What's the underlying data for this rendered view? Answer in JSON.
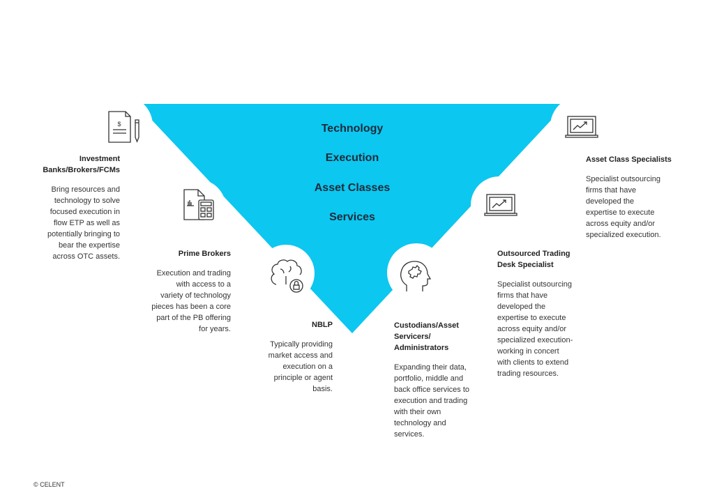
{
  "colors": {
    "accent": "#0CC7F0",
    "icon_stroke": "#333333"
  },
  "center_labels": [
    "Technology",
    "Execution",
    "Asset Classes",
    "Services"
  ],
  "segments": [
    {
      "id": "investment-banks",
      "icon": "invoice-pencil-icon",
      "title": [
        "Investment",
        "Banks/Brokers/FCMs"
      ],
      "body": [
        "Bring resources and",
        "technology to solve",
        "focused execution in",
        "flow ETP as well as",
        "potentially bringing to",
        "bear the expertise",
        "across OTC assets."
      ]
    },
    {
      "id": "prime-brokers",
      "icon": "document-calculator-icon",
      "title": [
        "Prime Brokers"
      ],
      "body": [
        "Execution and trading",
        "with access to a",
        "variety of technology",
        "pieces has been a core",
        "part of the  PB offering",
        "for years."
      ]
    },
    {
      "id": "nblp",
      "icon": "brain-lock-icon",
      "title": [
        "NBLP"
      ],
      "body": [
        "Typically providing",
        "market access and",
        "execution on a",
        "principle or agent",
        "basis."
      ]
    },
    {
      "id": "custodians",
      "icon": "head-puzzle-icon",
      "title": [
        "Custodians/Asset",
        "Servicers/",
        "Administrators"
      ],
      "body": [
        "Expanding their data,",
        "portfolio, middle and",
        "back office services to",
        "execution and trading",
        "with their own",
        "technology and",
        "services."
      ]
    },
    {
      "id": "outsourced-trading-desk",
      "icon": "laptop-chart-icon",
      "title": [
        "Outsourced Trading",
        "Desk Specialist"
      ],
      "body": [
        "Specialist outsourcing",
        "firms that have",
        "developed  the",
        "expertise to  execute",
        "across equity and/or",
        "specialized execution-",
        "working in concert",
        "with clients to extend",
        "trading resources."
      ]
    },
    {
      "id": "asset-class-specialists",
      "icon": "laptop-chart-icon",
      "title": [
        "Asset Class Specialists"
      ],
      "body": [
        "Specialist outsourcing",
        "firms that have",
        "developed  the",
        "expertise to  execute",
        "across equity and/or",
        "specialized execution."
      ]
    }
  ],
  "footer": {
    "copyright": "© CELENT"
  }
}
